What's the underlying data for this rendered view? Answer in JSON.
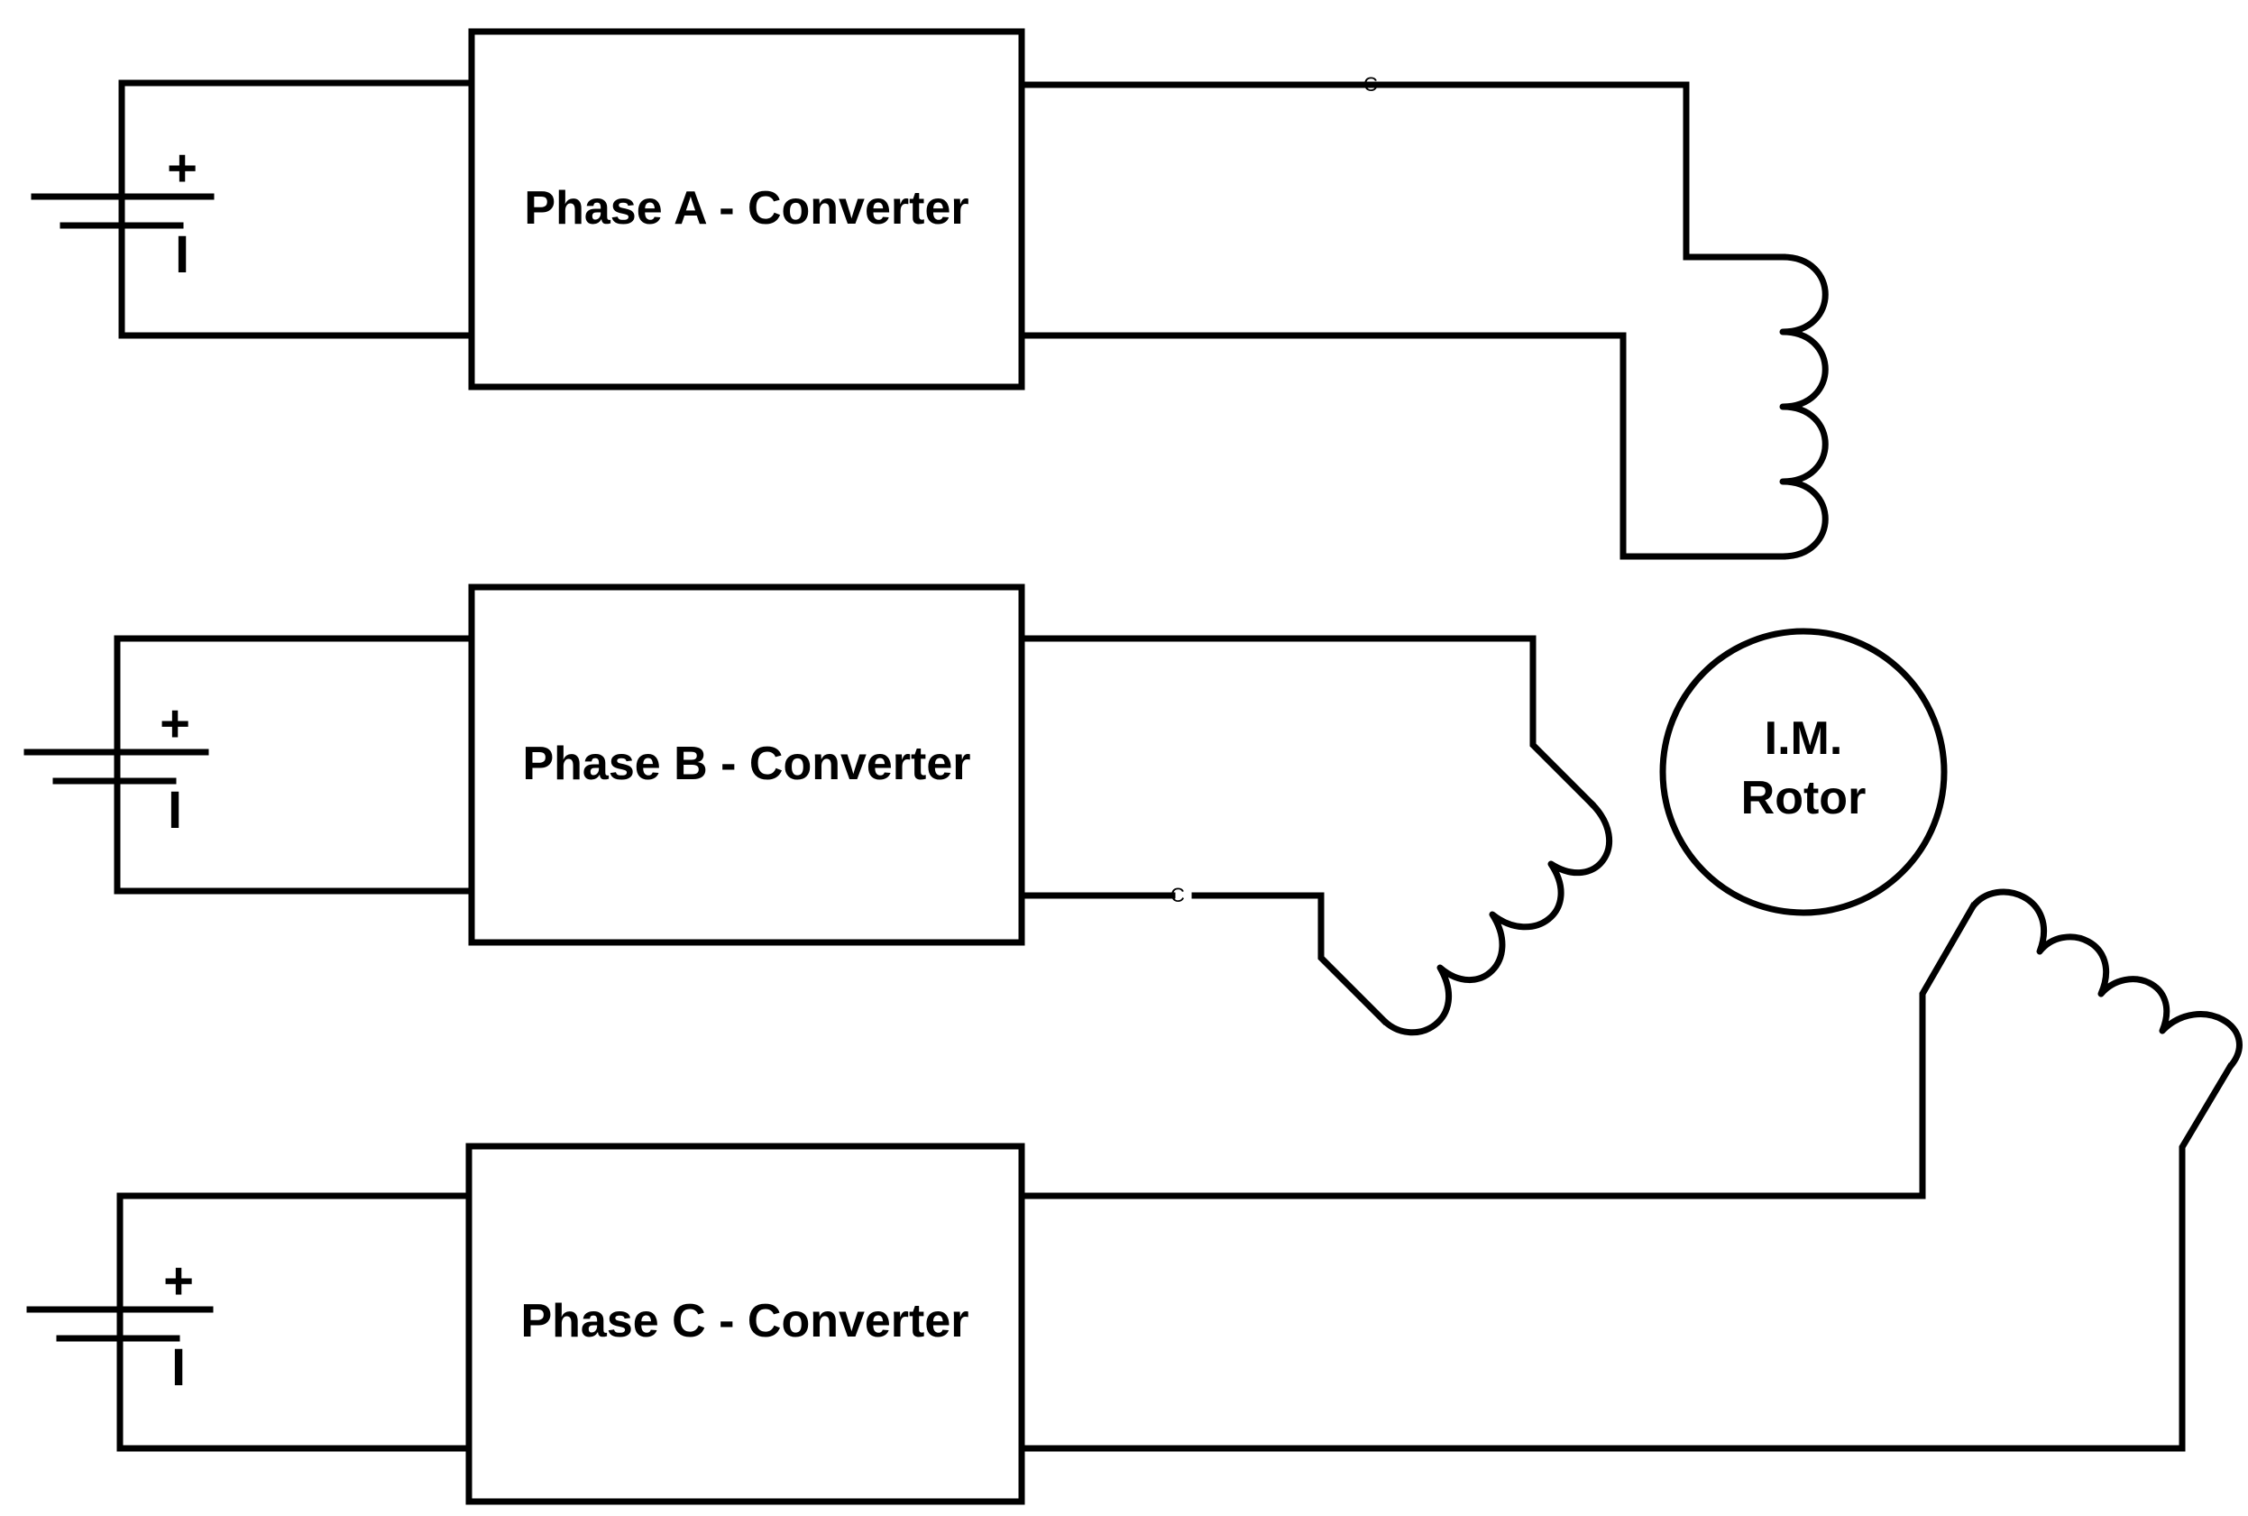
{
  "phases": [
    {
      "converter_label": "Phase A - Converter",
      "battery_plus": "+",
      "battery_minus": "I",
      "wire_tag": "C"
    },
    {
      "converter_label": "Phase B - Converter",
      "battery_plus": "+",
      "battery_minus": "I",
      "wire_tag": "C"
    },
    {
      "converter_label": "Phase C - Converter",
      "battery_plus": "+",
      "battery_minus": "I"
    }
  ],
  "rotor": {
    "line1": "I.M.",
    "line2": "Rotor"
  },
  "colors": {
    "stroke": "#000000",
    "background": "#ffffff"
  }
}
